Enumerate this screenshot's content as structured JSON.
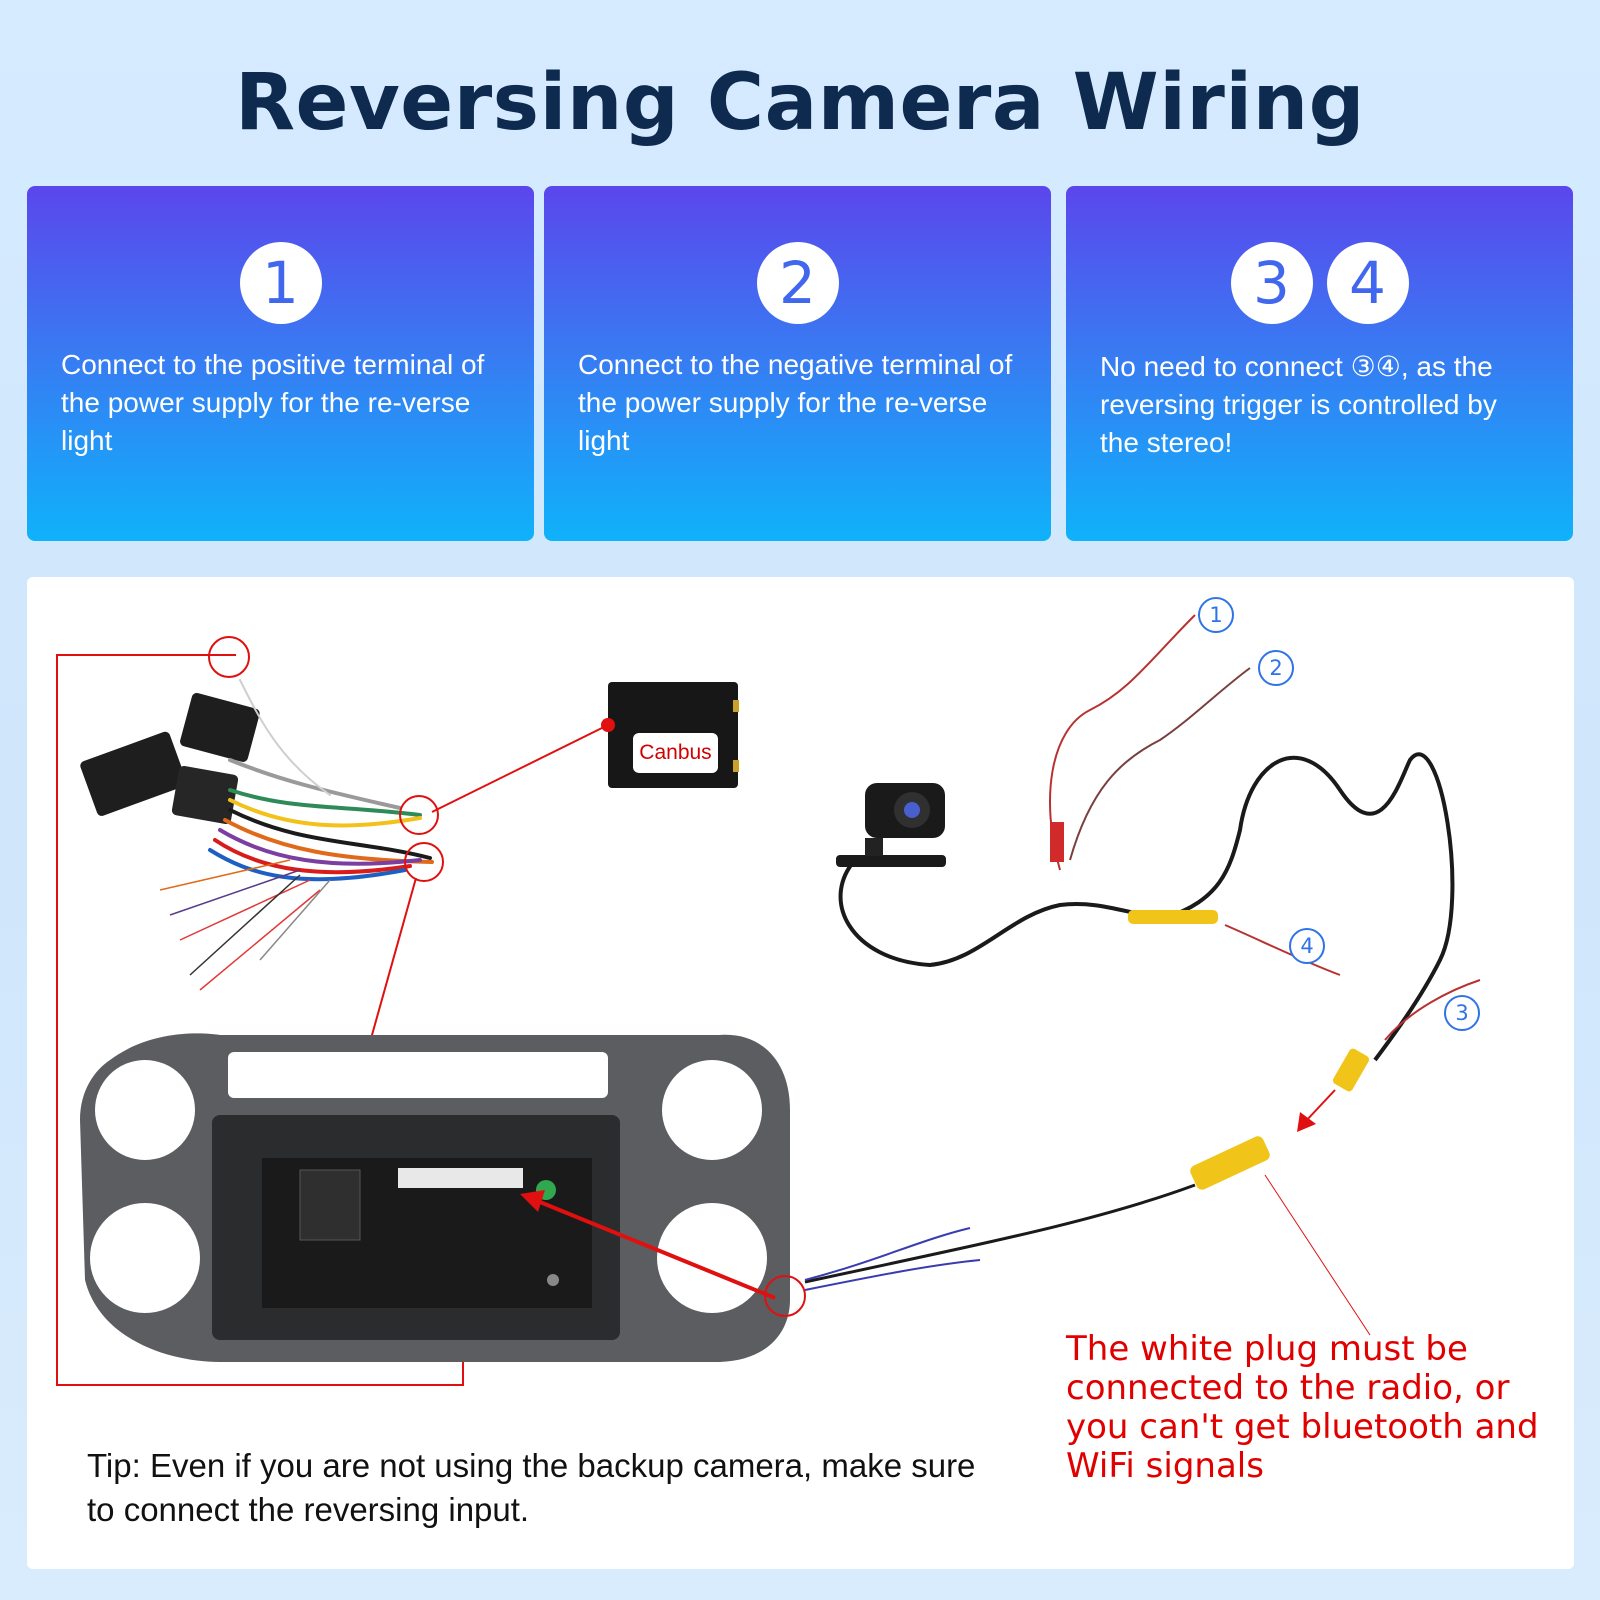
{
  "title": "Reversing Camera Wiring",
  "cards": [
    {
      "numbers": [
        "1"
      ],
      "text": "Connect to the positive terminal of the power supply for the re-verse light"
    },
    {
      "numbers": [
        "2"
      ],
      "text": "Connect to the negative terminal of the power supply for the re-verse light"
    },
    {
      "numbers": [
        "3",
        "4"
      ],
      "text": "No need to connect ③④, as the reversing trigger is controlled by the stereo!"
    }
  ],
  "diagram": {
    "canbus_label": "Canbus",
    "wire_labels": [
      "1",
      "2",
      "3",
      "4"
    ],
    "tip": "Tip: Even if you are not using the backup camera, make sure to connect the reversing input.",
    "warning": "The white plug must be connected to the radio, or you can't get bluetooth and WiFi signals"
  },
  "colors": {
    "title": "#0e2a4f",
    "card_top": "#5b46ec",
    "card_bottom": "#0fb2fb",
    "annotation_red": "#e00000",
    "label_blue": "#2f73e6"
  }
}
